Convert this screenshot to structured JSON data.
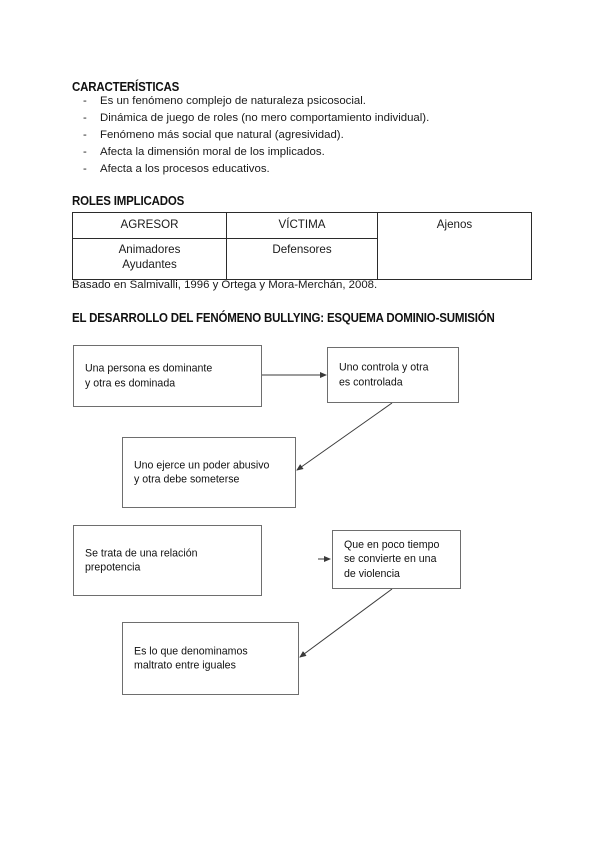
{
  "document": {
    "sections": {
      "characteristics": {
        "heading": "CARACTERÍSTICAS",
        "bullet_marker": "-",
        "items": [
          "Es un fenómeno complejo de naturaleza psicosocial.",
          "Dinámica de juego de roles (no mero comportamiento individual).",
          "Fenómeno más social que natural (agresividad).",
          "Afecta la dimensión moral de los implicados.",
          "Afecta a los procesos educativos."
        ]
      },
      "roles": {
        "heading": "ROLES IMPLICADOS",
        "table": {
          "row1": {
            "agresor": "AGRESOR",
            "victima": "VÍCTIMA",
            "ajenos": "Ajenos"
          },
          "row2": {
            "agresor": "Animadores\nAyudantes",
            "victima": "Defensores"
          }
        },
        "source_note": "Basado en Salmivalli, 1996 y Ortega y Mora-Merchán, 2008."
      },
      "development": {
        "heading": "EL DESARROLLO DEL FENÓMENO BULLYING: ESQUEMA DOMINIO-SUMISIÓN",
        "boxes": [
          {
            "id": "box-dominante",
            "text": "Una persona es dominante\ny otra es dominada"
          },
          {
            "id": "box-controla",
            "text": "Uno controla y otra\nes controlada"
          },
          {
            "id": "box-poder",
            "text": "Uno ejerce un poder abusivo\ny otra debe someterse"
          },
          {
            "id": "box-prepotencia",
            "text": "Se trata de una relación\nprepotencia"
          },
          {
            "id": "box-violencia",
            "text": "Que en poco tiempo\nse convierte en una\nde violencia"
          },
          {
            "id": "box-maltrato",
            "text": "Es lo que denominamos\nmaltrato entre iguales"
          }
        ]
      }
    },
    "colors": {
      "page_background": "#ffffff",
      "text": "#111111",
      "table_border": "#2b2b2b",
      "box_border": "#6e6e6e",
      "connector": "#3a3a3a"
    }
  }
}
